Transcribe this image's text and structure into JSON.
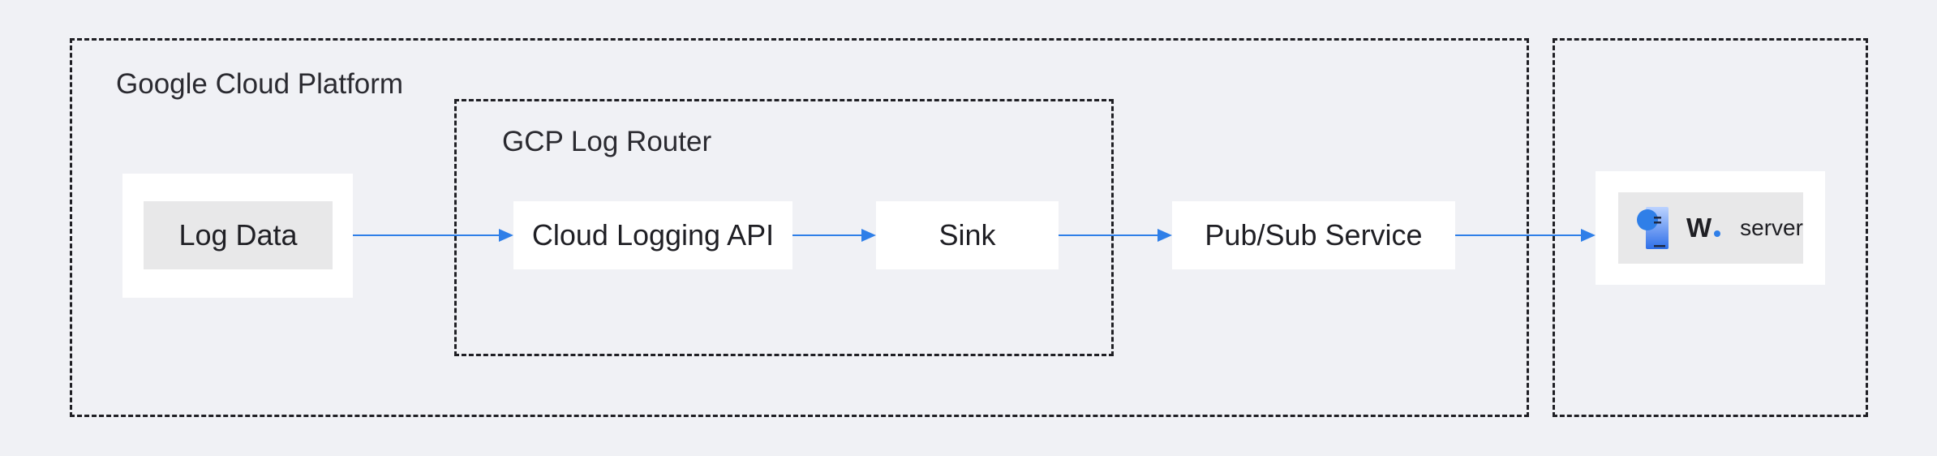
{
  "groups": {
    "gcp": "Google Cloud Platform",
    "router": "GCP Log Router"
  },
  "nodes": {
    "log_data": "Log Data",
    "logging_api": "Cloud Logging API",
    "sink": "Sink",
    "pubsub": "Pub/Sub Service",
    "server_brand": "W",
    "server_label": "server"
  },
  "icons": {
    "server": "document-server-icon",
    "brand": "w-logo"
  },
  "colors": {
    "background": "#f0f1f5",
    "arrow": "#2f7fe8",
    "brand_blue": "#2f7fe8",
    "box": "#ffffff",
    "inner_box": "#e8e8e9"
  }
}
